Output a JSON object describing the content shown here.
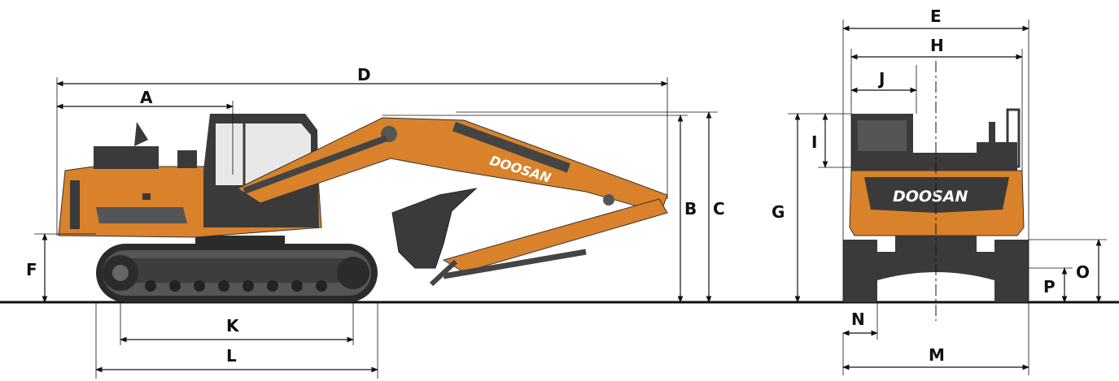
{
  "brand": {
    "logo_text": "DOOSAN",
    "body_color": "#d9822b",
    "dark_color": "#3a3a3a"
  },
  "labels": {
    "A": "A",
    "B": "B",
    "C": "C",
    "D": "D",
    "E": "E",
    "F": "F",
    "G": "G",
    "H": "H",
    "I": "I",
    "J": "J",
    "K": "K",
    "L": "L",
    "M": "M",
    "N": "N",
    "O": "O",
    "P": "P"
  }
}
